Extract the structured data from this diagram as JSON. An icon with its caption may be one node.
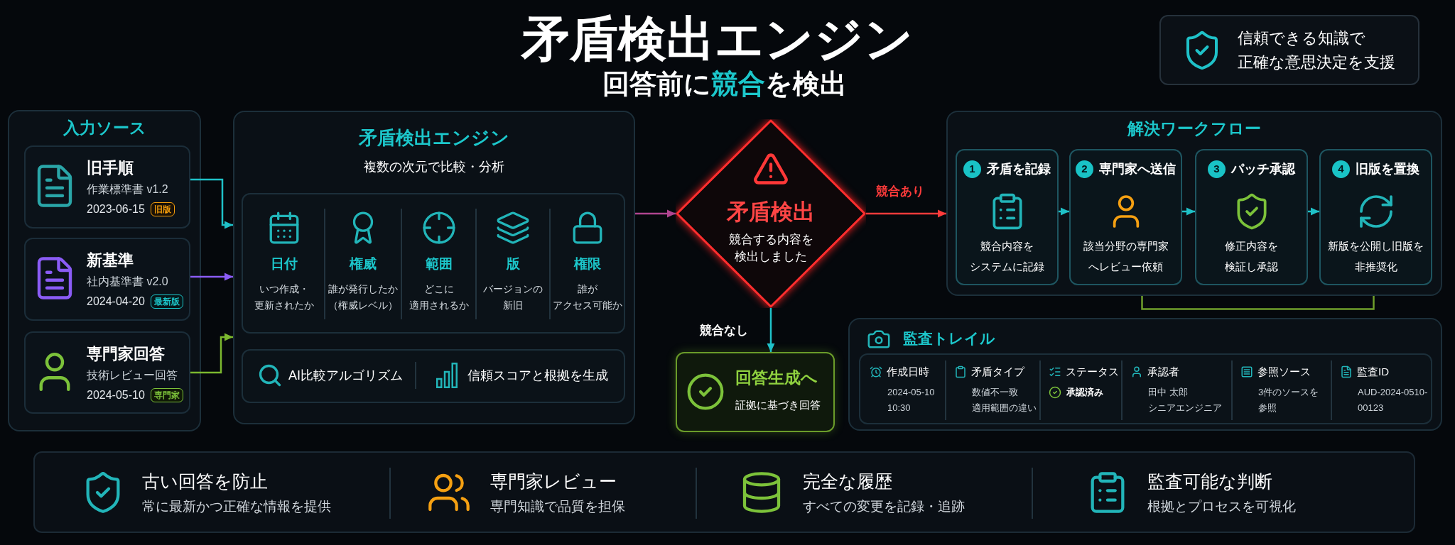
{
  "diagram": {
    "title": "矛盾検出エンジン",
    "nodes": [
      {
        "text": [
          "信頼できる知識で正確な意思決定を支援"
        ]
      },
      {
        "text": [
          "入力ソース"
        ]
      },
      {
        "text": [
          "旧手順",
          "作業標準書 v1.2",
          "2023-06-15",
          "旧版"
        ],
        "in": 1
      },
      {
        "text": [
          "新基準",
          "社内基準書 v2.0",
          "2024-04-20",
          "最新版"
        ],
        "in": 1
      },
      {
        "text": [
          "専門家回答",
          "技術レビュー回答",
          "2024-05-10",
          "専門家"
        ],
        "in": 1
      },
      {
        "text": [
          "矛盾検出エンジン",
          "複数の次元で比較・分析"
        ]
      },
      {
        "text": [
          "日付",
          "いつ作成・更新されたか",
          "権威",
          "誰が発行したか（権威レベル）",
          "範囲",
          "どこに適用されるか",
          "版",
          "バージョンの新旧",
          "権限",
          "誰がアクセス可能か"
        ],
        "in": 5
      },
      {
        "text": [
          "AI比較アルゴリズム",
          "信頼スコアと根拠を生成"
        ],
        "in": 5
      },
      {
        "text": [
          "矛盾検出",
          "競合する内容を検出しました"
        ]
      },
      {
        "text": [
          "解決ワークフロー"
        ]
      },
      {
        "text": [
          "1",
          "矛盾を記録",
          "競合内容をシステムに記録"
        ],
        "in": 9
      },
      {
        "text": [
          "2",
          "専門家へ送信",
          "該当分野の専門家へレビュー依頼"
        ],
        "in": 9
      },
      {
        "text": [
          "3",
          "パッチ承認",
          "修正内容を検証し承認"
        ],
        "in": 9
      },
      {
        "text": [
          "4",
          "旧版を置換",
          "新版を公開し旧版を非推奨化"
        ],
        "in": 9
      },
      {
        "text": [
          "回答生成へ",
          "証拠に基づき回答"
        ]
      },
      {
        "text": [
          "監査トレイル"
        ]
      },
      {
        "text": [
          "作成日時",
          "2024-05-10 10:30",
          "矛盾タイプ",
          "数値不一致",
          "適用範囲の違い",
          "ステータス",
          "承認済み",
          "承認者",
          "田中 太郎",
          "シニアエンジニア",
          "参照ソース",
          "3件のソースを参照",
          "監査ID",
          "AUD-2024-0510-00123"
        ],
        "in": 15
      },
      {
        "text": [
          "古い回答を防止",
          "常に最新かつ正確な情報を提供",
          "専門家レビュー",
          "専門知識で品質を担保",
          "完全な履歴",
          "すべての変更を記録・追跡",
          "監査可能な判断",
          "根拠とプロセスを可視化"
        ]
      }
    ],
    "edges": [
      {
        "from": 2,
        "to": 5,
        "arrow": "to"
      },
      {
        "from": 3,
        "to": 5,
        "arrow": "to",
        "color": "#8b5cf6"
      },
      {
        "from": 4,
        "to": 5,
        "arrow": "to",
        "color": "#7cb82f"
      },
      {
        "from": 5,
        "to": 8,
        "arrow": "to",
        "color": "#b04590"
      },
      {
        "from": 8,
        "to": 9,
        "arrow": "to",
        "label": "競合あり",
        "color": "#ff3b3b"
      },
      {
        "from": 8,
        "to": 14,
        "arrow": "to",
        "label": "競合なし"
      },
      {
        "from": 10,
        "to": 11,
        "arrow": "to"
      },
      {
        "from": 11,
        "to": 12,
        "arrow": "to"
      },
      {
        "from": 12,
        "to": 13,
        "arrow": "to"
      }
    ],
    "labels": [
      "回答前に**競合**を検出"
    ]
  }
}
